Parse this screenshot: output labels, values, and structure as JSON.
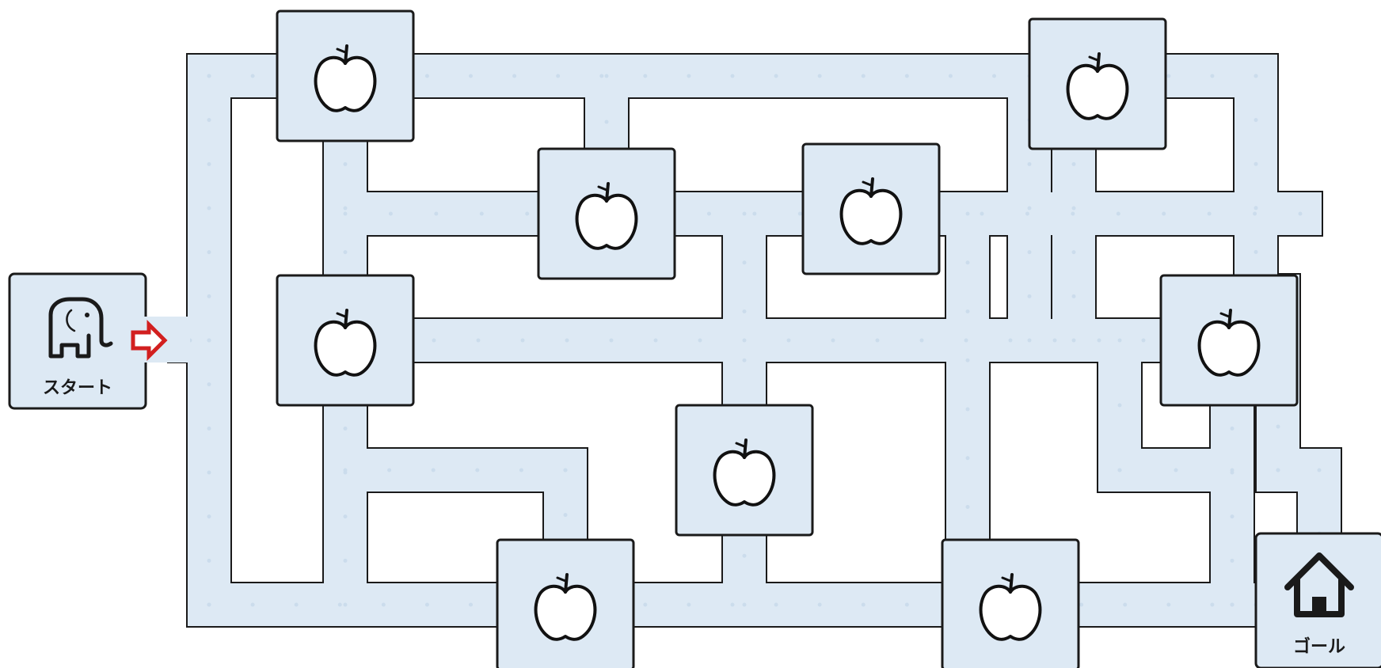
{
  "start": {
    "label": "スタート",
    "icon": "elephant-icon",
    "arrow_color": "#d21f1f"
  },
  "goal": {
    "label": "ゴール",
    "icon": "house-icon"
  },
  "colors": {
    "path_fill": "#dde9f4",
    "wall": "#1a1a1a",
    "background": "#ffffff"
  },
  "apples": [
    {
      "id": "apple-1",
      "icon": "apple-icon"
    },
    {
      "id": "apple-2",
      "icon": "apple-icon"
    },
    {
      "id": "apple-3",
      "icon": "apple-icon"
    },
    {
      "id": "apple-4",
      "icon": "apple-icon"
    },
    {
      "id": "apple-5",
      "icon": "apple-icon"
    },
    {
      "id": "apple-6",
      "icon": "apple-icon"
    },
    {
      "id": "apple-7",
      "icon": "apple-icon"
    },
    {
      "id": "apple-8",
      "icon": "apple-icon"
    },
    {
      "id": "apple-9",
      "icon": "apple-icon"
    }
  ]
}
